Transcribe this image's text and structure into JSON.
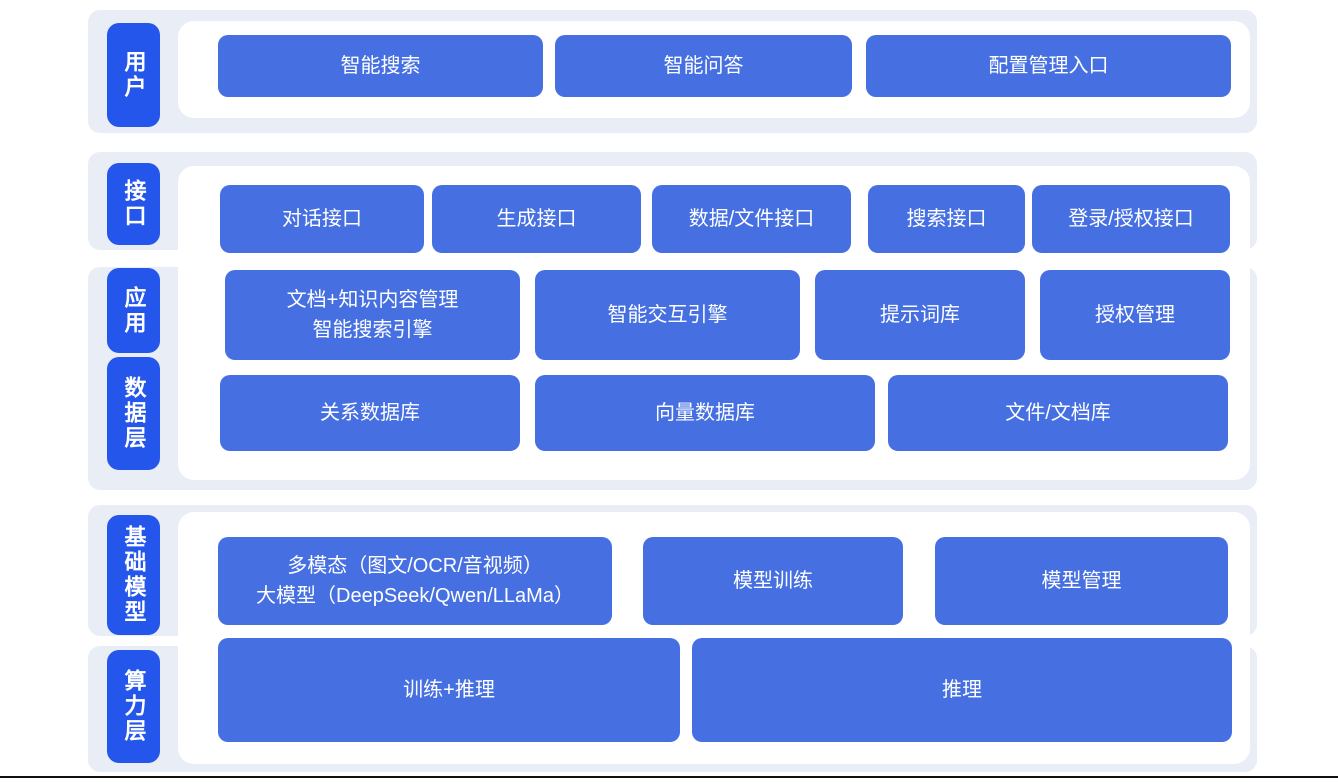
{
  "diagram": {
    "title_hint": "AI platform layered architecture diagram",
    "colors": {
      "layer_pill": "#2556EB",
      "block": "#4670E2",
      "section_bg": "#E9EDF5",
      "panel_bg": "#FFFFFF",
      "text": "#FFFFFF",
      "bottom_line": "#111111"
    },
    "layers": {
      "user": {
        "label": "用户",
        "blocks": {
          "smart_search": "智能搜索",
          "smart_qa": "智能问答",
          "config_entry": "配置管理入口"
        }
      },
      "interface": {
        "label": "接口",
        "blocks": {
          "dialog_api": "对话接口",
          "generation_api": "生成接口",
          "data_file_api": "数据/文件接口",
          "search_api": "搜索接口",
          "login_auth_api": "登录/授权接口"
        }
      },
      "application": {
        "label": "应用",
        "blocks": {
          "doc_knowledge": "文档+知识内容管理\n智能搜索引擎",
          "interaction_engine": "智能交互引擎",
          "prompt_library": "提示词库",
          "auth_management": "授权管理"
        }
      },
      "data_layer": {
        "label": "数据层",
        "blocks": {
          "relational_db": "关系数据库",
          "vector_db": "向量数据库",
          "file_doc_store": "文件/文档库"
        }
      },
      "foundation_model": {
        "label": "基础模型",
        "blocks": {
          "multimodal_llm": "多模态（图文/OCR/音视频）\n大模型（DeepSeek/Qwen/LLaMa）",
          "model_training": "模型训练",
          "model_management": "模型管理"
        }
      },
      "compute_layer": {
        "label": "算力层",
        "blocks": {
          "training_inference": "训练+推理",
          "inference": "推理"
        }
      }
    }
  }
}
